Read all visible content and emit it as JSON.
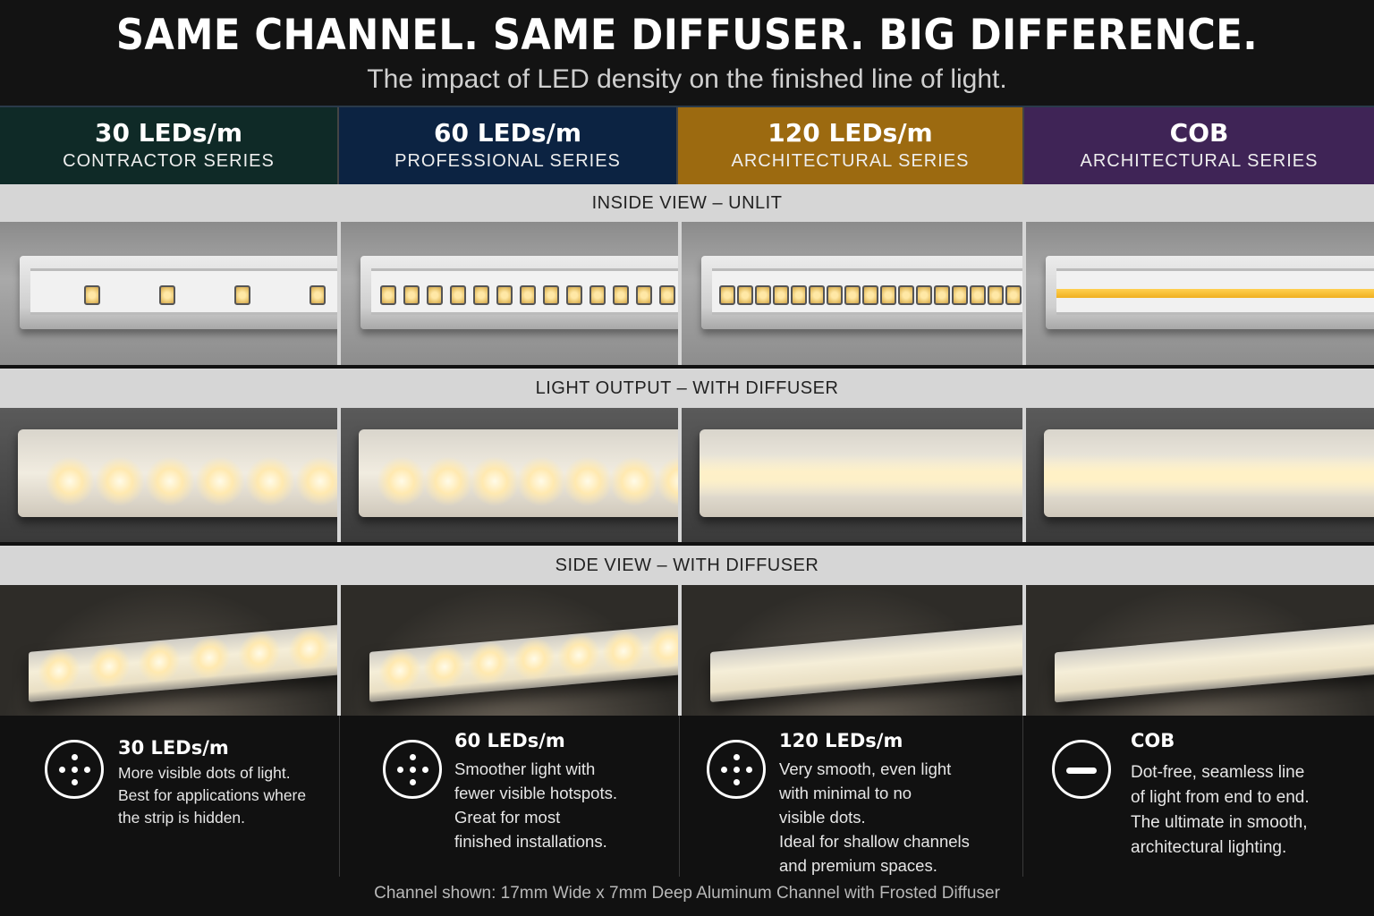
{
  "header": {
    "title": "SAME CHANNEL. SAME DIFFUSER. BIG DIFFERENCE.",
    "subtitle": "The impact of LED density on the finished line of light."
  },
  "columns": [
    {
      "density": "30 LEDs/m",
      "series": "CONTRACTOR SERIES",
      "color": "#0f2a27"
    },
    {
      "density": "60 LEDs/m",
      "series": "PROFESSIONAL SERIES",
      "color": "#0c2342"
    },
    {
      "density": "120 LEDs/m",
      "series": "ARCHITECTURAL SERIES",
      "color": "#9c6a10"
    },
    {
      "density": "COB",
      "series": "ARCHITECTURAL SERIES",
      "color": "#3f2456"
    }
  ],
  "sections": {
    "inside": "INSIDE VIEW – UNLIT",
    "output": "LIGHT OUTPUT – WITH DIFFUSER",
    "side": "SIDE VIEW – WITH DIFFUSER"
  },
  "descriptions": [
    {
      "title": "30 LEDs/m",
      "icon": "five-dot-icon",
      "lines": [
        "More visible dots of light.",
        "Best for applications where",
        "the strip is hidden."
      ]
    },
    {
      "title": "60 LEDs/m",
      "icon": "five-dot-icon",
      "lines": [
        "Smoother light with",
        "fewer visible hotspots.",
        "Great for most",
        "finished installations."
      ]
    },
    {
      "title": "120 LEDs/m",
      "icon": "five-dot-icon",
      "lines": [
        "Very smooth, even light",
        "with minimal to no",
        "visible dots.",
        "Ideal for shallow channels",
        "and premium spaces."
      ]
    },
    {
      "title": "COB",
      "icon": "line-icon",
      "lines": [
        "Dot-free, seamless line",
        "of light from end to end.",
        "The ultimate in smooth,",
        "architectural lighting."
      ]
    }
  ],
  "footer": "Channel shown: 17mm Wide x 7mm Deep Aluminum Channel with Frosted Diffuser"
}
